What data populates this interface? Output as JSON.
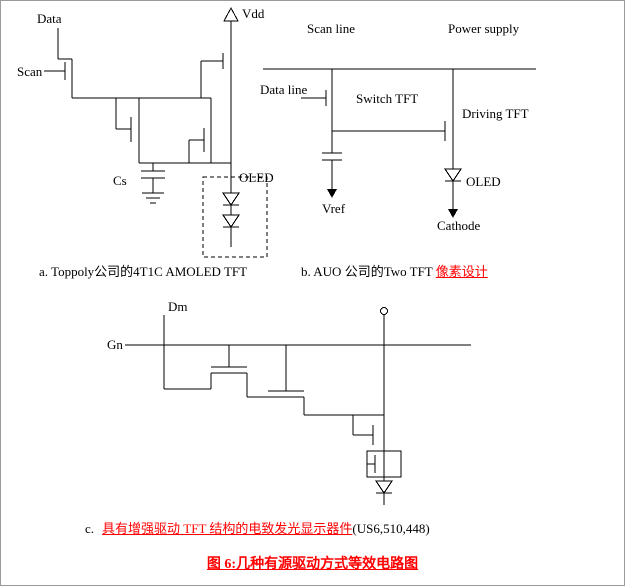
{
  "colors": {
    "accent_red": "#ff0000",
    "line": "#000000",
    "background": "#ffffff"
  },
  "circuit_a": {
    "labels": {
      "data": "Data",
      "vdd": "Vdd",
      "scan": "Scan",
      "cs": "Cs",
      "oled": "OLED"
    },
    "caption": "a. Toppoly公司的4T1C AMOLED TFT"
  },
  "circuit_b": {
    "labels": {
      "scan_line": "Scan line",
      "power_supply": "Power supply",
      "data_line": "Data line",
      "switch_tft": "Switch TFT",
      "driving_tft": "Driving TFT",
      "vref": "Vref",
      "oled": "OLED",
      "cathode": "Cathode"
    },
    "caption_prefix": "b. AUO 公司的Two TFT ",
    "caption_highlight": "像素设计"
  },
  "circuit_c": {
    "labels": {
      "dm": "Dm",
      "gn": "Gn"
    },
    "caption_prefix": "c.",
    "caption_highlight": "具有增强驱动 TFT 结构的电致发光显示器件",
    "caption_suffix": "(US6,510,448)"
  },
  "figure_caption": "图 6:几种有源驱动方式等效电路图"
}
